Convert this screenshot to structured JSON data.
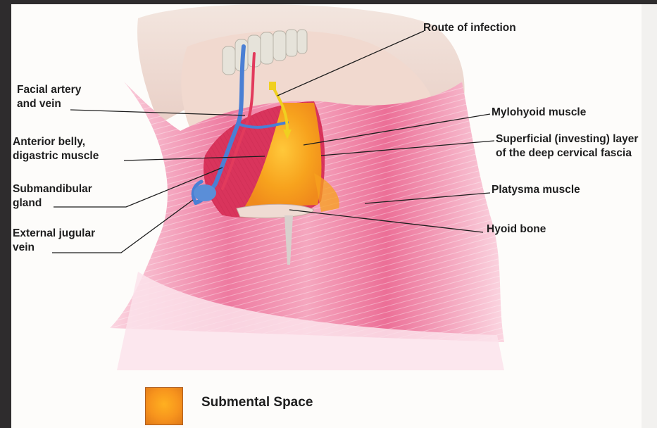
{
  "labels": {
    "route": [
      "Route of infection"
    ],
    "facial": [
      "Facial artery",
      "and vein"
    ],
    "anterior": [
      "Anterior belly,",
      "digastric muscle"
    ],
    "submandibular": [
      "Submandibular",
      "gland"
    ],
    "jugular": [
      "External jugular",
      "vein"
    ],
    "mylohyoid": [
      "Mylohyoid muscle"
    ],
    "superficial": [
      "Superficial (investing) layer",
      "of the deep cervical fascia"
    ],
    "platysma": [
      "Platysma muscle"
    ],
    "hyoid": [
      "Hyoid bone"
    ]
  },
  "legend": {
    "label": "Submental Space",
    "color": "#f7941d"
  },
  "colors": {
    "platysma": "#ec6f97",
    "mylohyoid_space": "#f7a21d",
    "vessels_vein": "#4a7fd4",
    "vessels_artery": "#e23a5c",
    "teeth": "#e6e3da"
  }
}
